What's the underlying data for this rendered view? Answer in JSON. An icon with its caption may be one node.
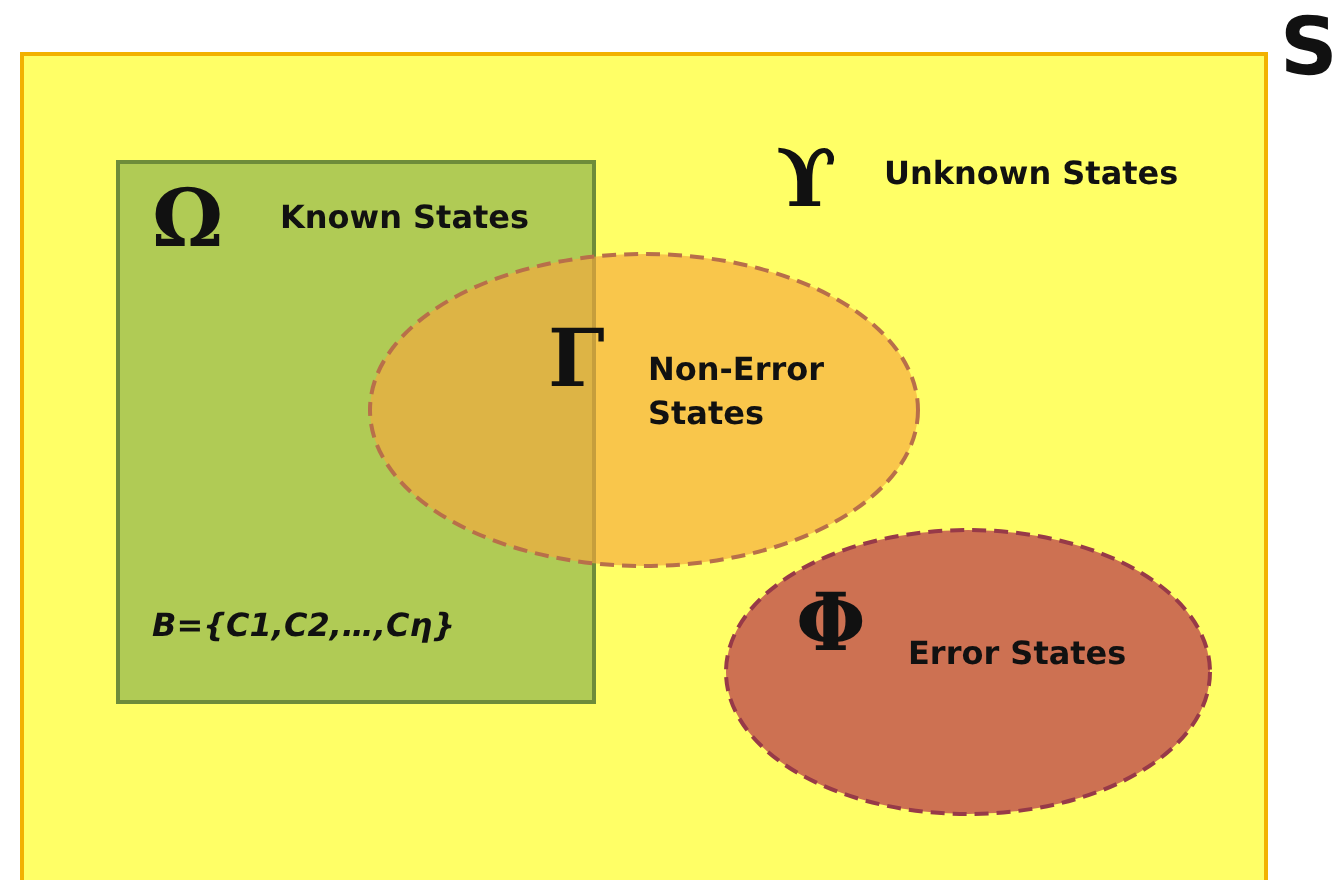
{
  "diagram": {
    "nodes": [
      {
        "text": [
          "S",
          "ϒ",
          "Unknown States"
        ]
      },
      {
        "text": [
          "Ω",
          "Known States",
          "B={C1,C2,…,Cη}"
        ],
        "in": 0
      },
      {
        "text": [
          "Γ",
          "Non-Error States"
        ],
        "in": 0
      },
      {
        "text": [
          "Φ",
          "Error States"
        ],
        "in": 0
      }
    ]
  }
}
